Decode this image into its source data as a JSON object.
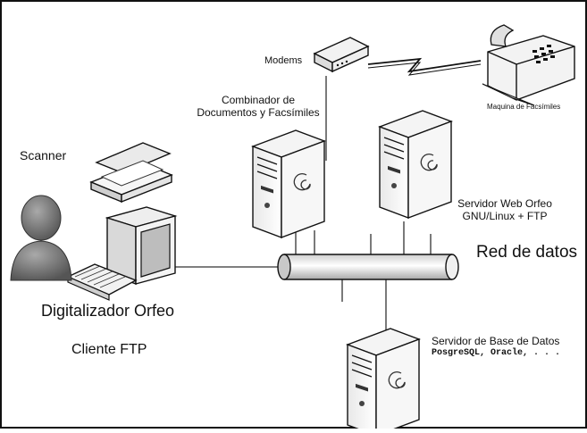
{
  "labels": {
    "modems": "Modems",
    "fax_machine": "Maquina de Facsímiles",
    "combinador_1": "Combinador de",
    "combinador_2": "Documentos y Facsímiles",
    "scanner": "Scanner",
    "web_server_1": "Servidor Web Orfeo",
    "web_server_2": "GNU/Linux + FTP",
    "network": "Red de datos",
    "client_name": "Digitalizador Orfeo",
    "client_ftp": "Cliente FTP",
    "db_server_1": "Servidor de Base de Datos",
    "db_server_2": "PosgreSQL, Oracle, . . ."
  },
  "icons": {
    "modem": "modem-icon",
    "fax": "fax-machine-icon",
    "scanner": "scanner-icon",
    "monitor": "monitor-icon",
    "keyboard": "keyboard-icon",
    "user": "user-icon",
    "server": "server-icon",
    "network_bus": "network-bus-icon"
  },
  "colors": {
    "outline": "#111111",
    "device_fill": "#f2f2f2",
    "device_shade": "#bdbdbd",
    "user_fill": "#7a7a7a",
    "bus_fill": "#e6e6e6"
  }
}
